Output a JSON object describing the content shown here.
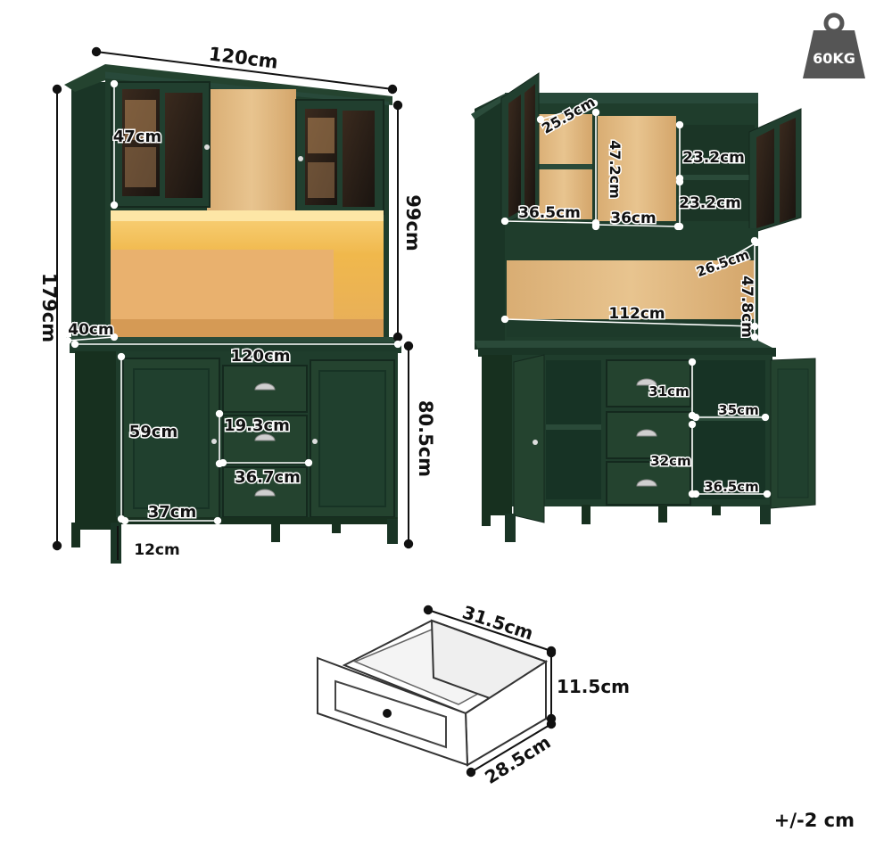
{
  "weight_badge": {
    "label": "60KG",
    "icon": "weight-icon",
    "color": "#555555"
  },
  "tolerance": "+/-2 cm",
  "colors": {
    "cabinet_green": "#1f3d2c",
    "cabinet_dark": "#14291e",
    "wood": "#e2bb84",
    "led_glow": "#f5c55a"
  },
  "front_view": {
    "overall_width": "120cm",
    "overall_height": "179cm",
    "hutch_height": "99cm",
    "depth": "40cm",
    "hutch_door_height": "47cm",
    "base_width": "120cm",
    "base_height": "80.5cm",
    "door_height": "59cm",
    "drawer_height": "19.3cm",
    "drawer_width": "36.7cm",
    "door_width": "37cm",
    "leg_height": "12cm"
  },
  "open_view": {
    "upper_left_width": "36.5cm",
    "upper_left_shelf_height": "25.5cm",
    "upper_middle_height": "47.2cm",
    "upper_middle_width": "36cm",
    "upper_right_top": "23.2cm",
    "upper_right_bottom": "23.2cm",
    "open_shelf_depth": "26.5cm",
    "open_shelf_height": "47.8cm",
    "open_shelf_width": "112cm",
    "drawer_depth": "31cm",
    "base_shelf_width": "35cm",
    "base_inner_depth": "32cm",
    "base_right_width": "36.5cm"
  },
  "drawer_detail": {
    "depth": "31.5cm",
    "height": "11.5cm",
    "width": "28.5cm"
  }
}
